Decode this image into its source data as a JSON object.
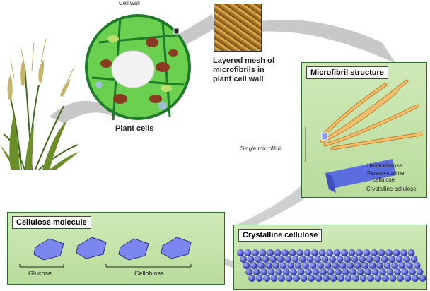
{
  "labels": {
    "cell_wall": "Cell wall",
    "plant_cells": "Plant cells",
    "layered_mesh": [
      "Layered mesh of",
      "microfibrils in",
      "plant cell wall"
    ],
    "single_microfibril": "Single microfibril",
    "hemicellulose": "Hemicellulose",
    "paracrystalline": [
      "Paracrystalline",
      "cellulose"
    ],
    "crystalline_cellulose_label": "Crystalline cellulose",
    "glucose": "Glucose",
    "cellobiose": "Cellobiose"
  },
  "panels": {
    "microfibril_structure": "Microfibril structure",
    "cellulose_molecule": "Cellulose molecule",
    "crystalline_cellulose": "Crystalline cellulose"
  },
  "colors": {
    "panel_green": "#c4e3a8",
    "cell_green": "#5cc84a",
    "fibril_orange": "#e0a040",
    "sphere_blue": "#4a55d8",
    "ring_blue": "#6a74e8"
  }
}
